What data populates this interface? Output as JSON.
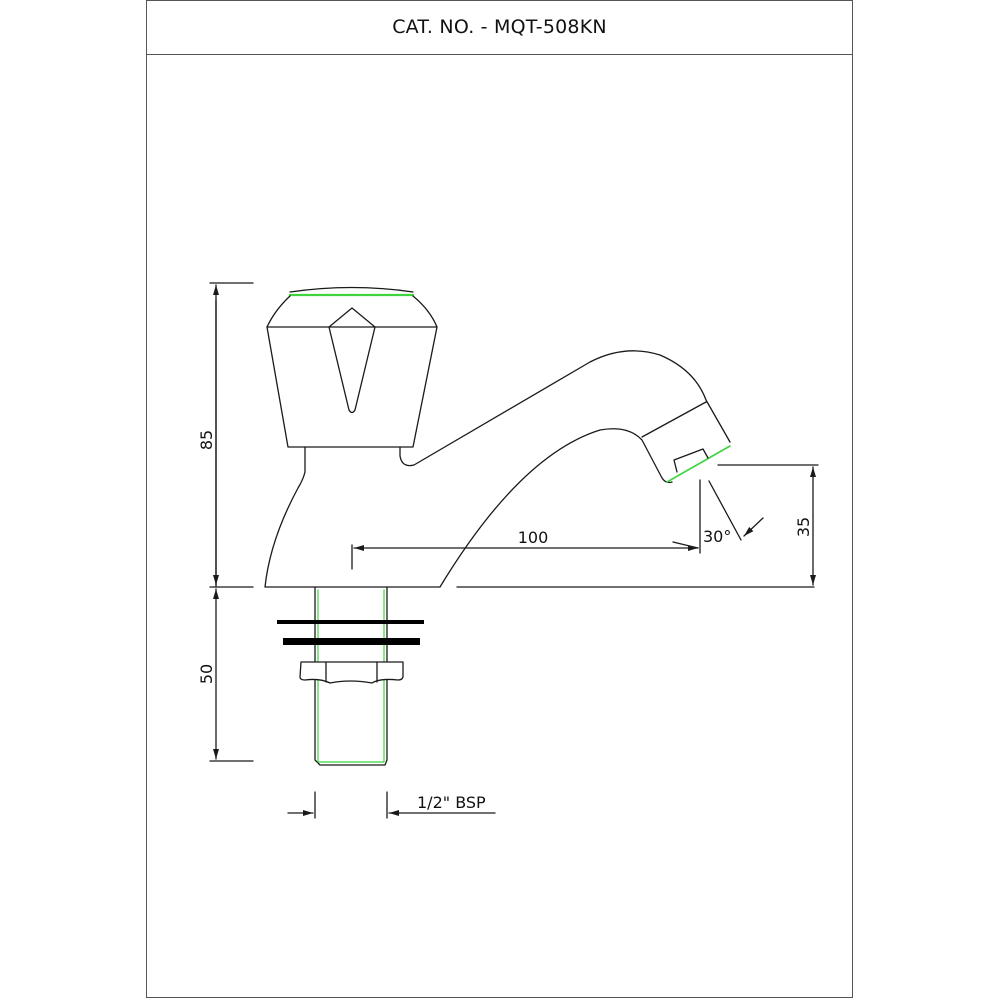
{
  "header": {
    "title": "CAT. NO. - MQT-508KN"
  },
  "drawing": {
    "subject": "pillar-tap",
    "dimensions": {
      "overall_height": "85",
      "shank_length": "50",
      "spout_reach": "100",
      "spout_height": "35",
      "spout_angle": "30°",
      "thread": "1/2\" BSP"
    },
    "colors": {
      "line": "#1a1a1a",
      "highlight": "#3fd43f",
      "washer": "#000000"
    }
  }
}
